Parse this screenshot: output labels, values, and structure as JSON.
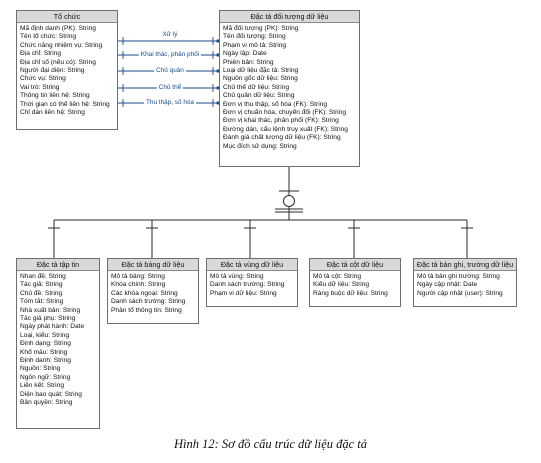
{
  "entities": {
    "to_chuc": {
      "title": "Tổ chức",
      "attributes": [
        "Mã định danh (PK): String",
        "Tên tổ chức: String",
        "Chức năng nhiệm vụ: String",
        "Địa chỉ: String",
        "Địa chỉ số (nếu có): String",
        "Người đại diện: String",
        "Chức vụ: String",
        "Vai trò: String",
        "Thông tin liên hệ: String",
        "Thời gian có thể liên hệ: String",
        "Chỉ dẫn liên hệ: String"
      ]
    },
    "doi_tuong": {
      "title": "Đặc tả đối tượng dữ liệu",
      "attributes": [
        "Mã đối tượng (PK): String",
        "Tên đối tượng: String",
        "Phạm vi mô tả: String",
        "Ngày lập: Date",
        "Phiên bản: String",
        "Loại dữ liệu đặc tả: String",
        "Nguồn gốc dữ liệu: String",
        "Chủ thể dữ liệu: String",
        "Chủ quản dữ liệu: String",
        "Đơn vị thu thập, số hóa (FK): String",
        "Đơn vị chuẩn hóa, chuyển đổi (FK): String",
        "Đơn vị khai thác, phân phối (FK): String",
        "Đường dẫn, cấu lệnh truy xuất (FK): String",
        "Đánh giá chất lượng dữ liệu (FK): String",
        "Mục đích sử dụng: String"
      ]
    },
    "tap_tin": {
      "title": "Đặc tả tập tin",
      "attributes": [
        "Nhan đề: String",
        "Tác giả: String",
        "Chủ đề: String",
        "Tóm tắt: String",
        "Nhà xuất bản: String",
        "Tác giả phụ: String",
        "Ngày phát hành: Date",
        "Loại, kiểu: String",
        "Định dạng: String",
        "Khổ mẫu: String",
        "Định danh: String",
        "Nguồn: String",
        "Ngôn ngữ: String",
        "Liên kết: String",
        "Diện bao quát: String",
        "Bản quyền: String"
      ]
    },
    "bang": {
      "title": "Đặc tả bảng dữ liệu",
      "attributes": [
        "Mô tả bảng: String",
        "Khóa chính: String",
        "Các khóa ngoại: String",
        "Danh sách trường: String",
        "Phân tổ thông tin: String"
      ]
    },
    "vung": {
      "title": "Đặc tả vùng dữ liệu",
      "attributes": [
        "Mô tả vùng: String",
        "Danh sách trường: String",
        "Phạm vi dữ liệu: String"
      ]
    },
    "cot": {
      "title": "Đặc tả cột dữ liệu",
      "attributes": [
        "Mô tả cột: String",
        "Kiểu dữ liệu: String",
        "Ràng buộc dữ liệu: String"
      ]
    },
    "ban_ghi": {
      "title": "Đặc tả bản ghi, trường dữ liệu",
      "attributes": [
        "Mô tả bản ghi trường: String",
        "Ngày cập nhật: Date",
        "Người cập nhật (user): String"
      ]
    }
  },
  "relations": [
    {
      "label": "Xử lý"
    },
    {
      "label": "Khai thác, phân phối"
    },
    {
      "label": "Chủ quản"
    },
    {
      "label": "Chủ thể"
    },
    {
      "label": "Thu thập, số hóa"
    }
  ],
  "colors": {
    "header_bg": "#d9d9d9",
    "line": "#2a2a2a",
    "relation_line": "#1a4a8c"
  },
  "caption": "Hình 12: Sơ đồ cấu trúc dữ liệu đặc tả"
}
